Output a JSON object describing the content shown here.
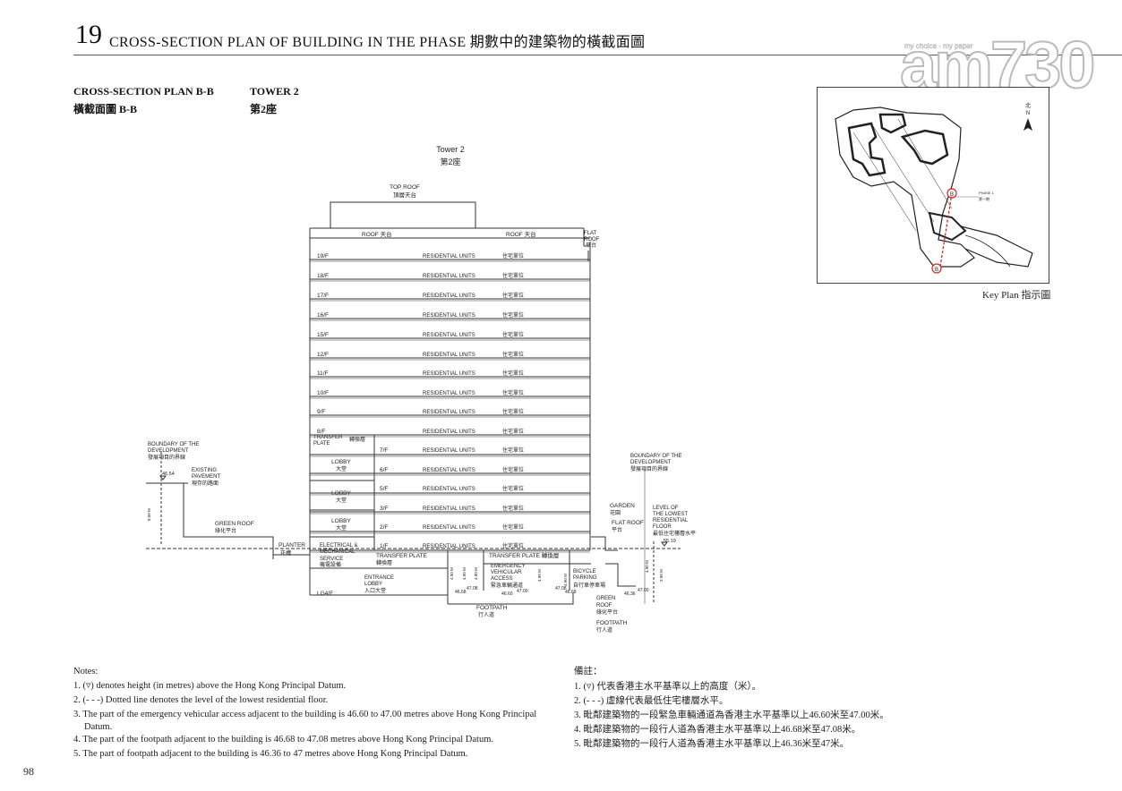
{
  "header": {
    "number": "19",
    "title": "CROSS-SECTION PLAN OF BUILDING IN THE PHASE 期數中的建築物的橫截面圖"
  },
  "watermark": {
    "brand": "am730",
    "tagline": "my choice · my paper"
  },
  "subheader": {
    "plan_en": "CROSS-SECTION PLAN B-B",
    "plan_zh": "橫截面圖 B-B",
    "tower_en": "TOWER 2",
    "tower_zh": "第2座"
  },
  "drawing": {
    "tower_en": "Tower 2",
    "tower_zh": "第2座",
    "top_roof_en": "TOP ROOF",
    "top_roof_zh": "頂層天台",
    "roof_left": "ROOF  天台",
    "roof_right": "ROOF  天台",
    "flat_roof_top": [
      "FLAT",
      "ROOF",
      "平台"
    ],
    "floors": [
      {
        "label": "19/F",
        "en": "RESIDENTIAL UNITS",
        "zh": "住宅單位"
      },
      {
        "label": "18/F",
        "en": "RESIDENTIAL UNITS",
        "zh": "住宅單位"
      },
      {
        "label": "17/F",
        "en": "RESIDENTIAL UNITS",
        "zh": "住宅單位"
      },
      {
        "label": "16/F",
        "en": "RESIDENTIAL UNITS",
        "zh": "住宅單位"
      },
      {
        "label": "15/F",
        "en": "RESIDENTIAL UNITS",
        "zh": "住宅單位"
      },
      {
        "label": "12/F",
        "en": "RESIDENTIAL UNITS",
        "zh": "住宅單位"
      },
      {
        "label": "11/F",
        "en": "RESIDENTIAL UNITS",
        "zh": "住宅單位"
      },
      {
        "label": "10/F",
        "en": "RESIDENTIAL UNITS",
        "zh": "住宅單位"
      },
      {
        "label": "9/F",
        "en": "RESIDENTIAL UNITS",
        "zh": "住宅單位"
      },
      {
        "label": "8/F",
        "en": "RESIDENTIAL UNITS",
        "zh": "住宅單位"
      },
      {
        "label": "7/F",
        "en": "RESIDENTIAL UNITS",
        "zh": "住宅單位"
      },
      {
        "label": "6/F",
        "en": "RESIDENTIAL UNITS",
        "zh": "住宅單位"
      },
      {
        "label": "5/F",
        "en": "RESIDENTIAL UNITS",
        "zh": "住宅單位"
      },
      {
        "label": "3/F",
        "en": "RESIDENTIAL UNITS",
        "zh": "住宅單位"
      },
      {
        "label": "2/F",
        "en": "RESIDENTIAL UNITS",
        "zh": "住宅單位"
      },
      {
        "label": "1/F",
        "en": "RESIDENTIAL UNITS",
        "zh": "住宅單位"
      }
    ],
    "transfer_plate_upper": [
      "TRANSFER",
      "PLATE",
      "轉換層"
    ],
    "lobby_en": "LOBBY",
    "lobby_zh": "大堂",
    "boundary_left": [
      "BOUNDARY OF THE",
      "DEVELOPMENT",
      "發展項目的界線"
    ],
    "boundary_right": [
      "BOUNDARY OF THE",
      "DEVELOPMENT",
      "發展項目的界線"
    ],
    "existing_pavement": [
      "EXISTING",
      "PAVEMENT",
      "現存的路面"
    ],
    "height_left": "46.54",
    "green_roof_left": [
      "GREEN ROOF",
      "綠化平台"
    ],
    "planter": [
      "PLANTER",
      "花槽"
    ],
    "electrical": [
      "ELECTRICAL &",
      "MECHANICAL",
      "SERVICE",
      "機電設備"
    ],
    "transfer_plate_lower": [
      "TRANSFER PLATE",
      "轉換層"
    ],
    "transfer_plate_right": "TRANSFER PLATE  轉換層",
    "entrance_lobby": [
      "ENTRANCE",
      "LOBBY",
      "入口大堂"
    ],
    "lg4": "LG4/F",
    "emergency": [
      "EMERGENCY",
      "VEHICULAR",
      "ACCESS",
      "緊急車輛通道"
    ],
    "bicycle": [
      "BICYCLE",
      "PARKING",
      "自行車停車場"
    ],
    "garden": [
      "GARDEN",
      "花園"
    ],
    "flat_roof_right": [
      "FLAT ROOF",
      "平台"
    ],
    "lowest_floor": [
      "LEVEL OF",
      "THE LOWEST",
      "RESIDENTIAL",
      "FLOOR",
      "最低住宅樓層水平"
    ],
    "height_right": "55.19",
    "green_roof_right": [
      "GREEN",
      "ROOF",
      "綠化平台"
    ],
    "footpath_1": [
      "FOOTPATH",
      "行人道"
    ],
    "footpath_2": [
      "FOOTPATH",
      "行人道"
    ],
    "spot_heights": [
      "46.68",
      "47.08",
      "46.60",
      "47.00",
      "47.08",
      "46.68",
      "46.36",
      "47.00"
    ],
    "dim_labels": [
      "8.00 M",
      "4.90 M",
      "4.90 M",
      "4.90 M",
      "4.90 M",
      "4.90 M",
      "4.90 M",
      "3.90 M"
    ]
  },
  "keyplan": {
    "caption": "Key Plan 指示圖",
    "north": [
      "北",
      "N"
    ],
    "marker": "B",
    "phase_label": [
      "PHASE 1",
      "第一期"
    ]
  },
  "notes_en": {
    "title": "Notes:",
    "items": [
      "1. (▿) denotes height (in metres) above the Hong Kong Principal Datum.",
      "2. (- - -) Dotted line denotes the level of the lowest residential floor.",
      "3. The part of the emergency vehicular access adjacent to the building is 46.60 to 47.00 metres above Hong Kong Principal",
      "    Datum.",
      "4. The part of the footpath adjacent to the building is 46.68 to 47.08 metres above Hong Kong Principal Datum.",
      "5. The part of footpath adjacent to the building is 46.36 to 47 metres above Hong Kong Principal Datum."
    ]
  },
  "notes_zh": {
    "title": "備註：",
    "items": [
      "1. (▿) 代表香港主水平基準以上的高度（米）。",
      "2. (- - -) 虛線代表最低住宅樓層水平。",
      "3. 毗鄰建築物的一段緊急車輛通道為香港主水平基準以上46.60米至47.00米。",
      "4. 毗鄰建築物的一段行人道為香港主水平基準以上46.68米至47.08米。",
      "5. 毗鄰建築物的一段行人道為香港主水平基準以上46.36米至47米。"
    ]
  },
  "page_number": "98"
}
